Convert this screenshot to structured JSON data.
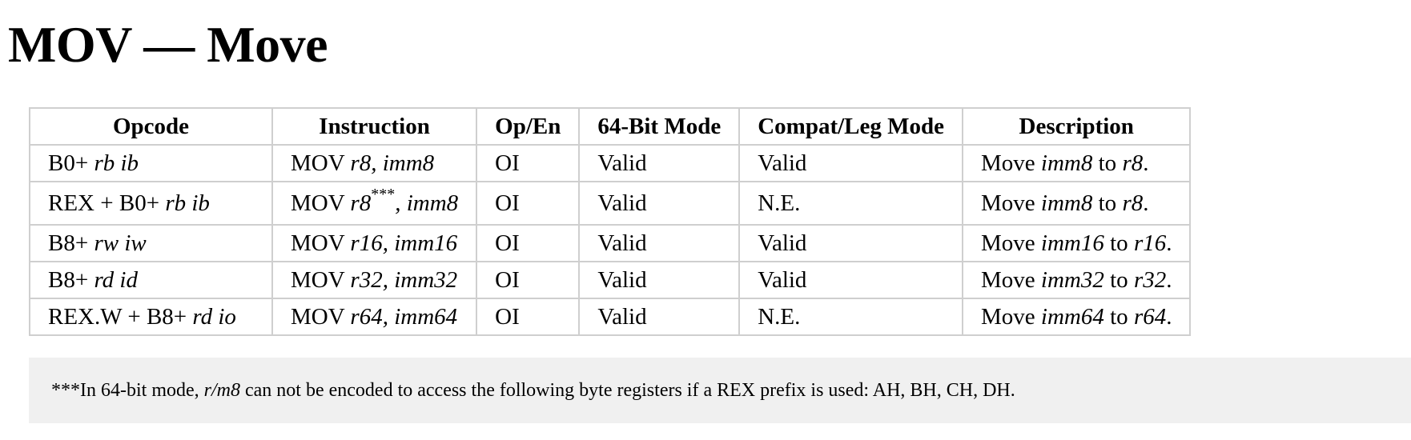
{
  "title": "MOV — Move",
  "table": {
    "headers": [
      "Opcode",
      "Instruction",
      "Op/En",
      "64-Bit Mode",
      "Compat/Leg Mode",
      "Description"
    ],
    "rows": [
      {
        "opcode": {
          "pre": "B0+ ",
          "em": "rb ib"
        },
        "instruction": {
          "pre": "MOV ",
          "em1": "r8",
          "sup": "",
          "em2": ", imm8"
        },
        "op_en": "OI",
        "mode64": "Valid",
        "compat": "Valid",
        "description": {
          "pre": "Move ",
          "em1": "imm8",
          "mid": " to ",
          "em2": "r8",
          "post": "."
        }
      },
      {
        "opcode": {
          "pre": "REX + B0+ ",
          "em": "rb ib"
        },
        "instruction": {
          "pre": "MOV ",
          "em1": "r8",
          "sup": "***",
          "em2": ", imm8"
        },
        "op_en": "OI",
        "mode64": "Valid",
        "compat": "N.E.",
        "description": {
          "pre": "Move ",
          "em1": "imm8",
          "mid": " to ",
          "em2": "r8",
          "post": "."
        }
      },
      {
        "opcode": {
          "pre": "B8+ ",
          "em": "rw iw"
        },
        "instruction": {
          "pre": "MOV ",
          "em1": "r16",
          "sup": "",
          "em2": ", imm16"
        },
        "op_en": "OI",
        "mode64": "Valid",
        "compat": "Valid",
        "description": {
          "pre": "Move ",
          "em1": "imm16",
          "mid": " to ",
          "em2": "r16",
          "post": "."
        }
      },
      {
        "opcode": {
          "pre": "B8+ ",
          "em": "rd id"
        },
        "instruction": {
          "pre": "MOV ",
          "em1": "r32",
          "sup": "",
          "em2": ", imm32"
        },
        "op_en": "OI",
        "mode64": "Valid",
        "compat": "Valid",
        "description": {
          "pre": "Move ",
          "em1": "imm32",
          "mid": " to ",
          "em2": "r32",
          "post": "."
        }
      },
      {
        "opcode": {
          "pre": "REX.W + B8+ ",
          "em": "rd io"
        },
        "instruction": {
          "pre": "MOV ",
          "em1": "r64",
          "sup": "",
          "em2": ", imm64"
        },
        "op_en": "OI",
        "mode64": "Valid",
        "compat": "N.E.",
        "description": {
          "pre": "Move ",
          "em1": "imm64",
          "mid": " to ",
          "em2": "r64",
          "post": "."
        }
      }
    ]
  },
  "footnote": {
    "pre": "***In 64-bit mode, ",
    "em": "r/m8",
    "post": " can not be encoded to access the following byte registers if a REX prefix is used: AH, BH, CH, DH."
  }
}
